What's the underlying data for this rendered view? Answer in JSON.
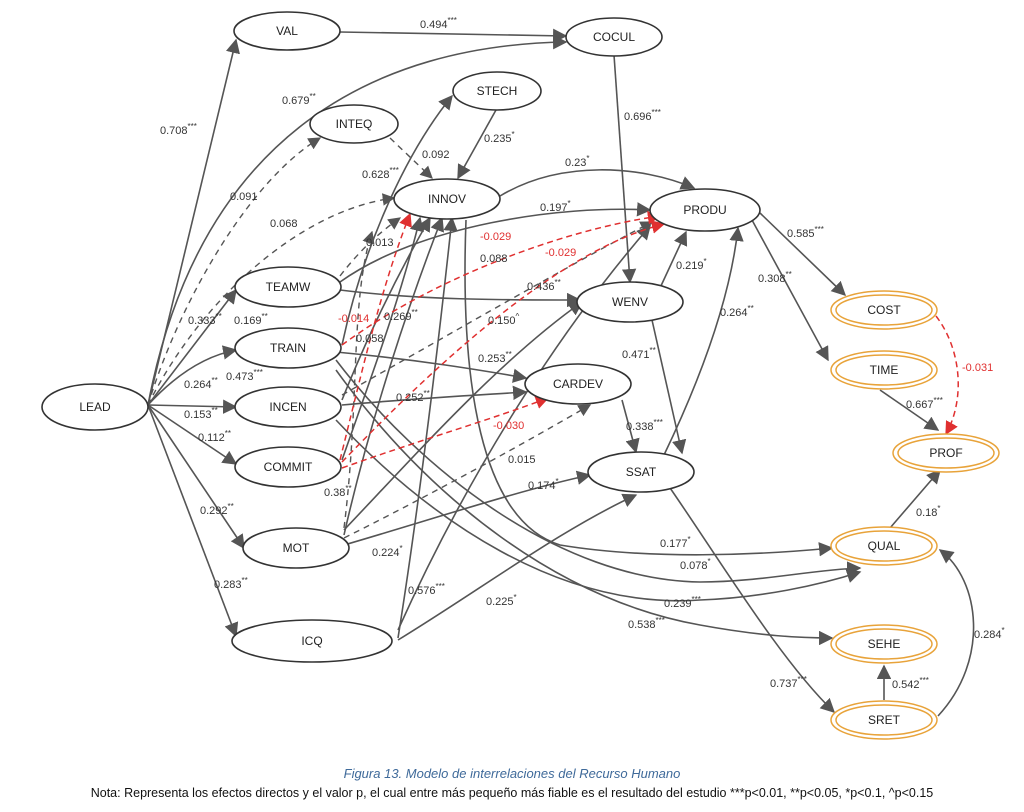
{
  "nodes": {
    "LEAD": "LEAD",
    "VAL": "VAL",
    "COCUL": "COCUL",
    "INTEQ": "INTEQ",
    "STECH": "STECH",
    "INNOV": "INNOV",
    "PRODU": "PRODU",
    "TEAMW": "TEAMW",
    "WENV": "WENV",
    "TRAIN": "TRAIN",
    "CARDEV": "CARDEV",
    "INCEN": "INCEN",
    "COMMIT": "COMMIT",
    "SSAT": "SSAT",
    "MOT": "MOT",
    "ICQ": "ICQ",
    "COST": "COST",
    "TIME": "TIME",
    "PROF": "PROF",
    "QUAL": "QUAL",
    "SEHE": "SEHE",
    "SRET": "SRET"
  },
  "outcome_ring_color": "#e8a33a",
  "negative_color": "#e03030",
  "coefficients": [
    {
      "id": "val-cocul",
      "value": "0.494",
      "sig": "***"
    },
    {
      "id": "lead-cocul",
      "value": "0.679",
      "sig": "**"
    },
    {
      "id": "lead-val",
      "value": "0.708",
      "sig": "***"
    },
    {
      "id": "cocul-wenv",
      "value": "0.696",
      "sig": "***"
    },
    {
      "id": "stech-innov",
      "value": "0.235",
      "sig": "*"
    },
    {
      "id": "inteq-innov",
      "value": "0.092",
      "sig": ""
    },
    {
      "id": "train-stech",
      "value": "0.628",
      "sig": "***"
    },
    {
      "id": "lead-inteq",
      "value": "0.091",
      "sig": ""
    },
    {
      "id": "lead-innov",
      "value": "0.068",
      "sig": ""
    },
    {
      "id": "innov-produ",
      "value": "0.23",
      "sig": "*"
    },
    {
      "id": "teamw-produ",
      "value": "0.197",
      "sig": "*"
    },
    {
      "id": "train-produ",
      "value": "-0.029",
      "sig": ""
    },
    {
      "id": "commit-produ",
      "value": "-0.029",
      "sig": ""
    },
    {
      "id": "incen-produ",
      "value": "0.088",
      "sig": ""
    },
    {
      "id": "teamw-innov",
      "value": "0.013",
      "sig": ""
    },
    {
      "id": "produ-cost",
      "value": "0.585",
      "sig": "***"
    },
    {
      "id": "produ-time",
      "value": "0.308",
      "sig": "**"
    },
    {
      "id": "wenv-produ",
      "value": "0.219",
      "sig": "*"
    },
    {
      "id": "teamw-wenv",
      "value": "0.436",
      "sig": "**"
    },
    {
      "id": "lead-teamw",
      "value": "0.333",
      "sig": "**"
    },
    {
      "id": "lead-train",
      "value": "0.169",
      "sig": "**"
    },
    {
      "id": "commit-innov",
      "value": "-0.014",
      "sig": ""
    },
    {
      "id": "incen-innov",
      "value": "0.269",
      "sig": "**"
    },
    {
      "id": "mot-wenv",
      "value": "0.150",
      "sig": "^"
    },
    {
      "id": "ssat-produ",
      "value": "0.264",
      "sig": "**"
    },
    {
      "id": "mot-innov",
      "value": "0.058",
      "sig": ""
    },
    {
      "id": "train-cardev",
      "value": "0.253",
      "sig": "**"
    },
    {
      "id": "wenv-ssat",
      "value": "0.471",
      "sig": "**"
    },
    {
      "id": "lead-incen",
      "value": "0.473",
      "sig": "***"
    },
    {
      "id": "lead-train2",
      "value": "0.264",
      "sig": "**"
    },
    {
      "id": "incen-cardev",
      "value": "0.252",
      "sig": "**"
    },
    {
      "id": "lead-incen2",
      "value": "0.153",
      "sig": "**"
    },
    {
      "id": "lead-commit",
      "value": "0.112",
      "sig": "**"
    },
    {
      "id": "commit-cardev",
      "value": "-0.030",
      "sig": ""
    },
    {
      "id": "cardev-ssat",
      "value": "0.338",
      "sig": "***"
    },
    {
      "id": "mot-cardev",
      "value": "0.015",
      "sig": ""
    },
    {
      "id": "mot-ssat",
      "value": "0.174",
      "sig": "*"
    },
    {
      "id": "commit-innov2",
      "value": "0.38",
      "sig": "**"
    },
    {
      "id": "lead-mot",
      "value": "0.292",
      "sig": "**"
    },
    {
      "id": "mot-produ",
      "value": "0.224",
      "sig": "*"
    },
    {
      "id": "lead-icq",
      "value": "0.283",
      "sig": "**"
    },
    {
      "id": "icq-innov",
      "value": "0.576",
      "sig": "***"
    },
    {
      "id": "icq-ssat",
      "value": "0.225",
      "sig": "*"
    },
    {
      "id": "cost-prof",
      "value": "-0.031",
      "sig": ""
    },
    {
      "id": "time-prof",
      "value": "0.667",
      "sig": "***"
    },
    {
      "id": "qual-prof",
      "value": "0.18",
      "sig": "*"
    },
    {
      "id": "innov-qual",
      "value": "0.177",
      "sig": "*"
    },
    {
      "id": "train-qual",
      "value": "0.078",
      "sig": "*"
    },
    {
      "id": "incen-qual",
      "value": "0.239",
      "sig": "***"
    },
    {
      "id": "train-sehe",
      "value": "0.538",
      "sig": "***"
    },
    {
      "id": "ssat-sret",
      "value": "0.737",
      "sig": "***"
    },
    {
      "id": "sret-sehe",
      "value": "0.542",
      "sig": "***"
    },
    {
      "id": "sret-qual",
      "value": "0.284",
      "sig": "*"
    }
  ],
  "caption": "Figura 13. Modelo de interrelaciones del Recurso Humano",
  "note": "Nota: Representa los efectos directos y el valor p, el cual entre más pequeño más fiable es el resultado del estudio ***p<0.01, **p<0.05, *p<0.1, ^p<0.15"
}
